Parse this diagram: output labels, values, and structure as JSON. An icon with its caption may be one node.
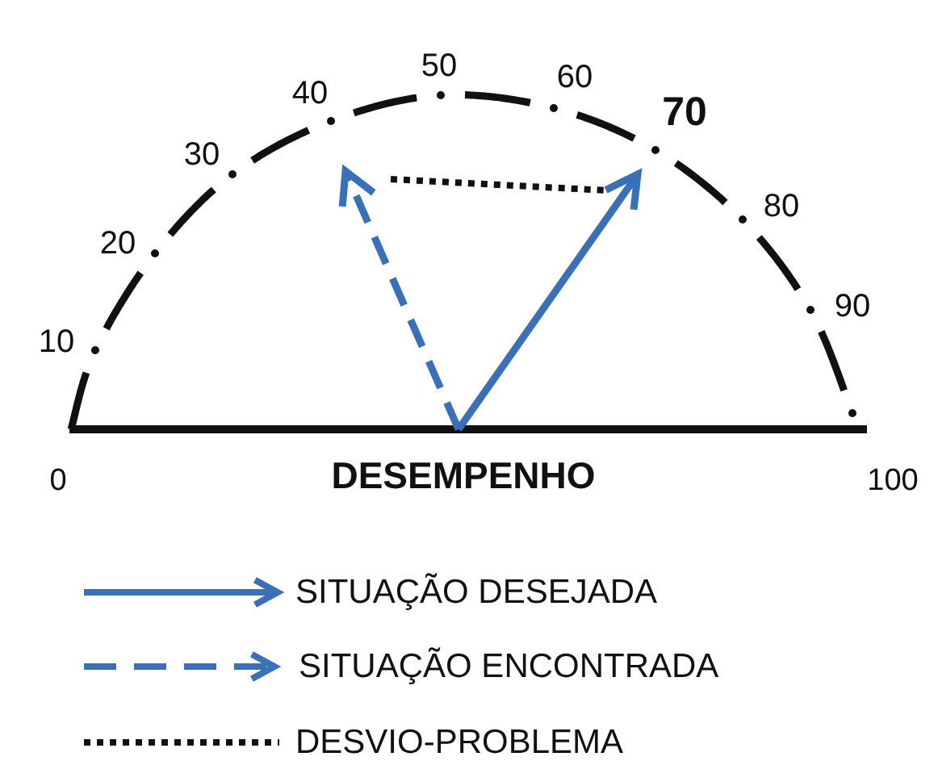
{
  "diagram": {
    "labels": [
      "0",
      "10",
      "20",
      "30",
      "40",
      "50",
      "60",
      "70",
      "80",
      "90",
      "100",
      "DESEMPENHO"
    ],
    "legend": [
      {
        "text": "SITUAÇÃO DESEJADA"
      },
      {
        "text": "SITUAÇÃO ENCONTRADA"
      },
      {
        "text": "DESVIO-PROBLEMA"
      }
    ]
  }
}
